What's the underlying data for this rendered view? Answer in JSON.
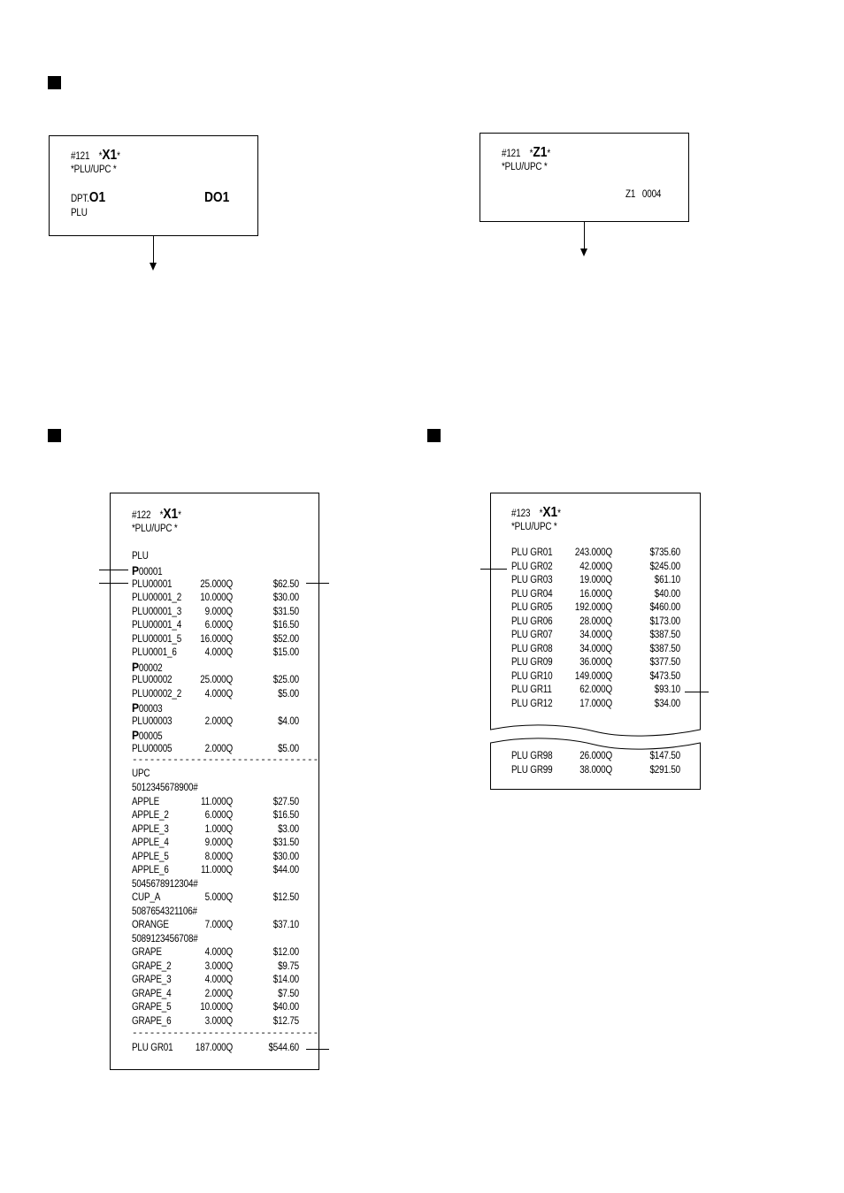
{
  "box_x1": {
    "line1_prefix": "#121",
    "line1_mode": "X1",
    "line2": "*PLU/UPC *",
    "dpt_label": "DPT.",
    "dpt_code": "O1",
    "dpt_code_right": "DO1",
    "plu": "PLU"
  },
  "box_z1": {
    "line1_prefix": "#121",
    "line1_mode": "Z1",
    "line2": "*PLU/UPC *",
    "z_counter": "Z1   0004"
  },
  "receipt_122": {
    "line1_prefix": "#122",
    "line1_mode": "X1",
    "line2": "*PLU/UPC *",
    "plu_header": "PLU",
    "rows": [
      {
        "name": "P00001",
        "qty": "",
        "amt": "",
        "bold_prefix": true
      },
      {
        "name": "PLU00001",
        "qty": "25.000Q",
        "amt": "$62.50"
      },
      {
        "name": "PLU00001_2",
        "qty": "10.000Q",
        "amt": "$30.00"
      },
      {
        "name": "PLU00001_3",
        "qty": "9.000Q",
        "amt": "$31.50"
      },
      {
        "name": "PLU00001_4",
        "qty": "6.000Q",
        "amt": "$16.50"
      },
      {
        "name": "PLU00001_5",
        "qty": "16.000Q",
        "amt": "$52.00"
      },
      {
        "name": "PLU0001_6",
        "qty": "4.000Q",
        "amt": "$15.00"
      },
      {
        "name": "P00002",
        "qty": "",
        "amt": "",
        "bold_prefix": true
      },
      {
        "name": "PLU00002",
        "qty": "25.000Q",
        "amt": "$25.00"
      },
      {
        "name": "PLU00002_2",
        "qty": "4.000Q",
        "amt": "$5.00"
      },
      {
        "name": "P00003",
        "qty": "",
        "amt": "",
        "bold_prefix": true
      },
      {
        "name": "PLU00003",
        "qty": "2.000Q",
        "amt": "$4.00"
      },
      {
        "name": "P00005",
        "qty": "",
        "amt": "",
        "bold_prefix": true
      },
      {
        "name": "PLU00005",
        "qty": "2.000Q",
        "amt": "$5.00"
      }
    ],
    "separator": "--------------------------------",
    "upc_header": "UPC",
    "upc_rows": [
      {
        "name": "5012345678900#",
        "qty": "",
        "amt": ""
      },
      {
        "name": "APPLE",
        "qty": "11.000Q",
        "amt": "$27.50"
      },
      {
        "name": "APPLE_2",
        "qty": "6.000Q",
        "amt": "$16.50"
      },
      {
        "name": "APPLE_3",
        "qty": "1.000Q",
        "amt": "$3.00"
      },
      {
        "name": "APPLE_4",
        "qty": "9.000Q",
        "amt": "$31.50"
      },
      {
        "name": "APPLE_5",
        "qty": "8.000Q",
        "amt": "$30.00"
      },
      {
        "name": "APPLE_6",
        "qty": "11.000Q",
        "amt": "$44.00"
      },
      {
        "name": "5045678912304#",
        "qty": "",
        "amt": ""
      },
      {
        "name": "CUP_A",
        "qty": "5.000Q",
        "amt": "$12.50"
      },
      {
        "name": "5087654321106#",
        "qty": "",
        "amt": ""
      },
      {
        "name": "ORANGE",
        "qty": "7.000Q",
        "amt": "$37.10"
      },
      {
        "name": "5089123456708#",
        "qty": "",
        "amt": ""
      },
      {
        "name": "GRAPE",
        "qty": "4.000Q",
        "amt": "$12.00"
      },
      {
        "name": "GRAPE_2",
        "qty": "3.000Q",
        "amt": "$9.75"
      },
      {
        "name": "GRAPE_3",
        "qty": "4.000Q",
        "amt": "$14.00"
      },
      {
        "name": "GRAPE_4",
        "qty": "2.000Q",
        "amt": "$7.50"
      },
      {
        "name": "GRAPE_5",
        "qty": "10.000Q",
        "amt": "$40.00"
      },
      {
        "name": "GRAPE_6",
        "qty": "3.000Q",
        "amt": "$12.75"
      }
    ],
    "separator2": "--------------------------------",
    "total": {
      "name": "PLU GR01",
      "qty": "187.000Q",
      "amt": "$544.60"
    }
  },
  "receipt_123": {
    "line1_prefix": "#123",
    "line1_mode": "X1",
    "line2": "*PLU/UPC *",
    "rows": [
      {
        "name": "PLU GR01",
        "qty": "243.000Q",
        "amt": "$735.60"
      },
      {
        "name": "PLU GR02",
        "qty": "42.000Q",
        "amt": "$245.00"
      },
      {
        "name": "PLU GR03",
        "qty": "19.000Q",
        "amt": "$61.10"
      },
      {
        "name": "PLU GR04",
        "qty": "16.000Q",
        "amt": "$40.00"
      },
      {
        "name": "PLU GR05",
        "qty": "192.000Q",
        "amt": "$460.00"
      },
      {
        "name": "PLU GR06",
        "qty": "28.000Q",
        "amt": "$173.00"
      },
      {
        "name": "PLU GR07",
        "qty": "34.000Q",
        "amt": "$387.50"
      },
      {
        "name": "PLU GR08",
        "qty": "34.000Q",
        "amt": "$387.50"
      },
      {
        "name": "PLU GR09",
        "qty": "36.000Q",
        "amt": "$377.50"
      },
      {
        "name": "PLU GR10",
        "qty": "149.000Q",
        "amt": "$473.50"
      },
      {
        "name": "PLU GR11",
        "qty": "62.000Q",
        "amt": "$93.10"
      },
      {
        "name": "PLU GR12",
        "qty": "17.000Q",
        "amt": "$34.00"
      }
    ],
    "rows_bottom": [
      {
        "name": "PLU GR98",
        "qty": "26.000Q",
        "amt": "$147.50"
      },
      {
        "name": "PLU GR99",
        "qty": "38.000Q",
        "amt": "$291.50"
      }
    ]
  }
}
